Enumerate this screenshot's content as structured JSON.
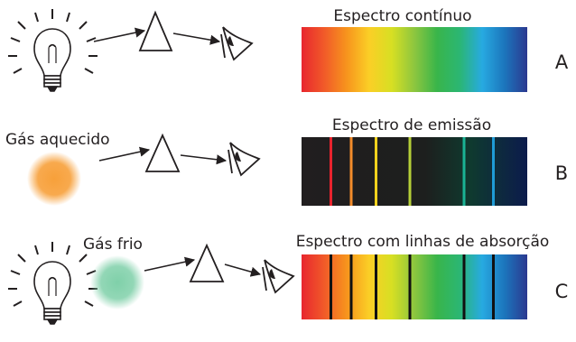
{
  "rows": [
    {
      "key": "A",
      "letter": "A",
      "title": "Espectro contínuo",
      "spectrum": "continuous",
      "source": "bulb",
      "source_label": "",
      "lines": []
    },
    {
      "key": "B",
      "letter": "B",
      "title": "Espectro de emissão",
      "spectrum": "emission",
      "source": "hot-gas",
      "source_label": "Gás aquecido",
      "lines": [
        {
          "position": 0.13,
          "color": "#e8232d"
        },
        {
          "position": 0.22,
          "color": "#f38b2a"
        },
        {
          "position": 0.33,
          "color": "#f2d21d"
        },
        {
          "position": 0.48,
          "color": "#b5cf38"
        },
        {
          "position": 0.72,
          "color": "#1ab394"
        },
        {
          "position": 0.85,
          "color": "#1f9bd6"
        }
      ]
    },
    {
      "key": "C",
      "letter": "C",
      "title": "Espectro com linhas de absorção",
      "spectrum": "absorption",
      "source": "bulb-with-cold-gas",
      "source_label": "Gás frio",
      "lines": [
        {
          "position": 0.13,
          "color": "#111111"
        },
        {
          "position": 0.22,
          "color": "#111111"
        },
        {
          "position": 0.33,
          "color": "#111111"
        },
        {
          "position": 0.48,
          "color": "#111111"
        },
        {
          "position": 0.72,
          "color": "#111111"
        },
        {
          "position": 0.85,
          "color": "#111111"
        }
      ]
    }
  ],
  "colors": {
    "continuous_stops": [
      "#e8262e",
      "#f15a29",
      "#f7941d",
      "#fbcf26",
      "#d7df23",
      "#8dc63f",
      "#39b54a",
      "#2bb673",
      "#27aae1",
      "#1c75bc",
      "#2b3990"
    ],
    "emission_background": "#211e1f",
    "hot_gas": "#f7a03a",
    "cold_gas": "#7fd0a9",
    "ink": "#231f20"
  }
}
